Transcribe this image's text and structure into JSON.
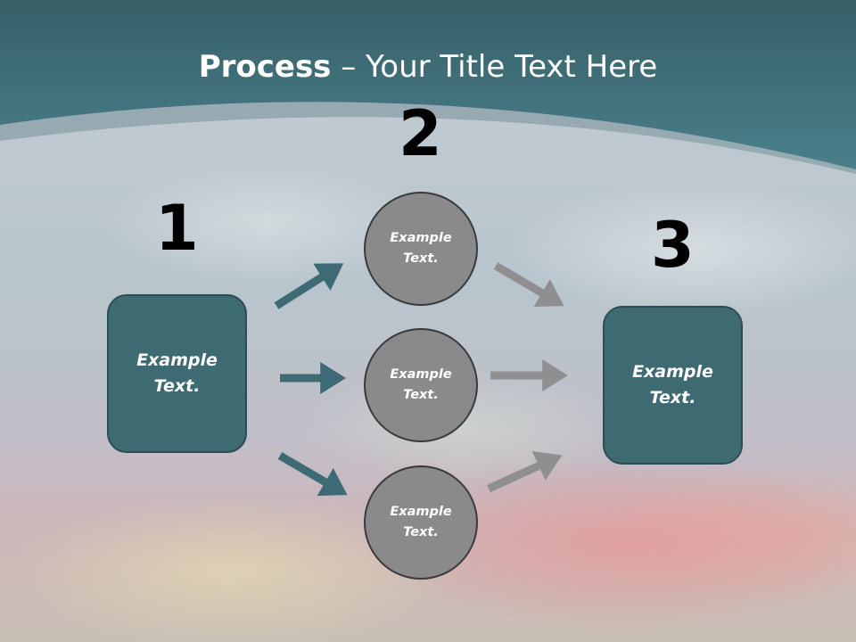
{
  "title": {
    "bold": "Process",
    "rest": " – Your Title Text Here"
  },
  "steps": {
    "one": "1",
    "two": "2",
    "three": "3"
  },
  "nodes": {
    "left_box": "Example Text.",
    "circle_top": "Example Text.",
    "circle_middle": "Example Text.",
    "circle_bottom": "Example Text.",
    "right_box": "Example Text."
  },
  "colors": {
    "header_teal": "#3d6f78",
    "box_fill": "#3e6a72",
    "circle_fill": "#8a8a8c",
    "teal_arrow": "#3d6a74",
    "gray_arrow": "#8f8f91"
  }
}
